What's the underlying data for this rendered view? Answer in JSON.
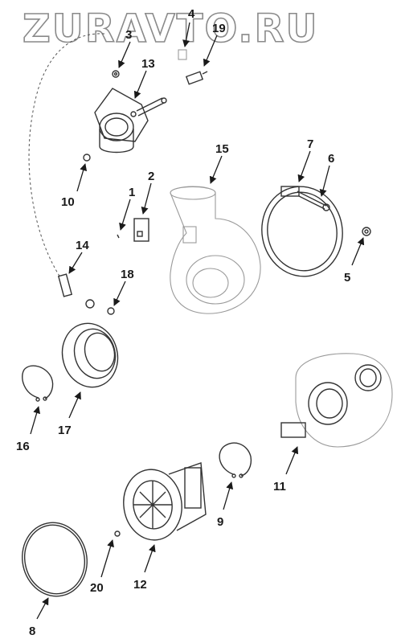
{
  "watermark": "ZURAVTO.RU",
  "callouts": [
    {
      "id": "1",
      "label": "1"
    },
    {
      "id": "2",
      "label": "2"
    },
    {
      "id": "3",
      "label": "3"
    },
    {
      "id": "4",
      "label": "4"
    },
    {
      "id": "5",
      "label": "5"
    },
    {
      "id": "6",
      "label": "6"
    },
    {
      "id": "7",
      "label": "7"
    },
    {
      "id": "8",
      "label": "8"
    },
    {
      "id": "9",
      "label": "9"
    },
    {
      "id": "10",
      "label": "10"
    },
    {
      "id": "11",
      "label": "11"
    },
    {
      "id": "12",
      "label": "12"
    },
    {
      "id": "13",
      "label": "13"
    },
    {
      "id": "14",
      "label": "14"
    },
    {
      "id": "15",
      "label": "15"
    },
    {
      "id": "16",
      "label": "16"
    },
    {
      "id": "17",
      "label": "17"
    },
    {
      "id": "18",
      "label": "18"
    },
    {
      "id": "19",
      "label": "19"
    },
    {
      "id": "20",
      "label": "20"
    }
  ]
}
